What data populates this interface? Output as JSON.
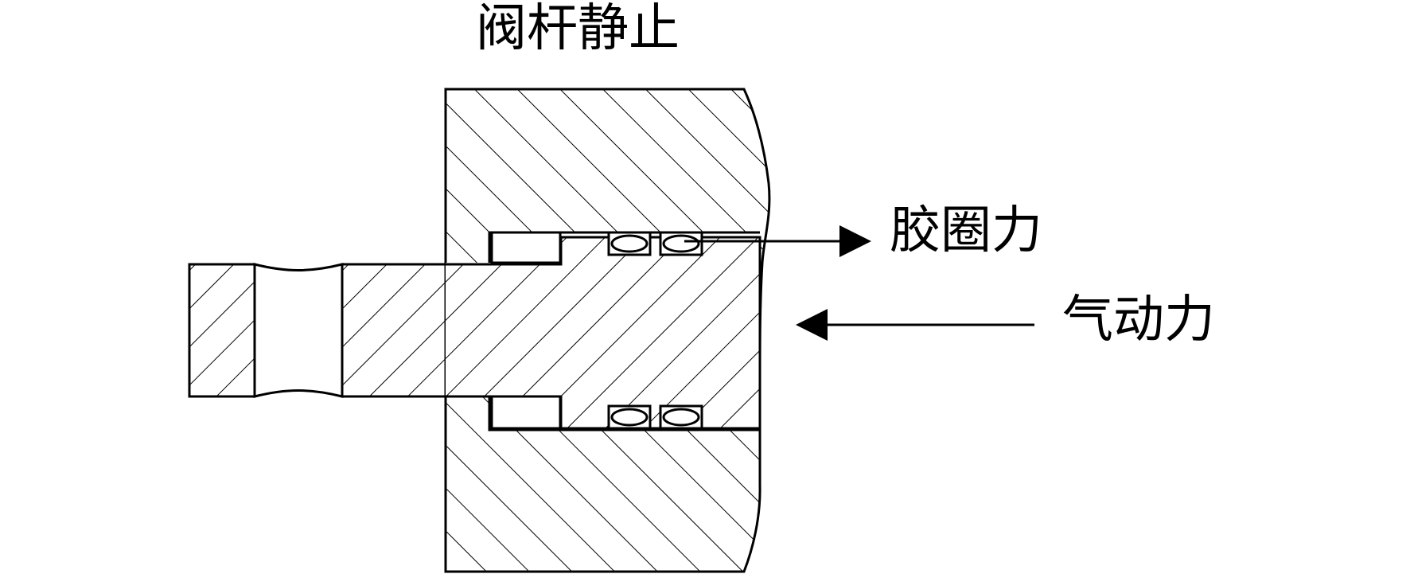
{
  "title": "阀杆静止",
  "labels": {
    "seal_force": "胶圈力",
    "air_force": "气动力"
  },
  "colors": {
    "line": "#000000",
    "background": "#ffffff"
  }
}
